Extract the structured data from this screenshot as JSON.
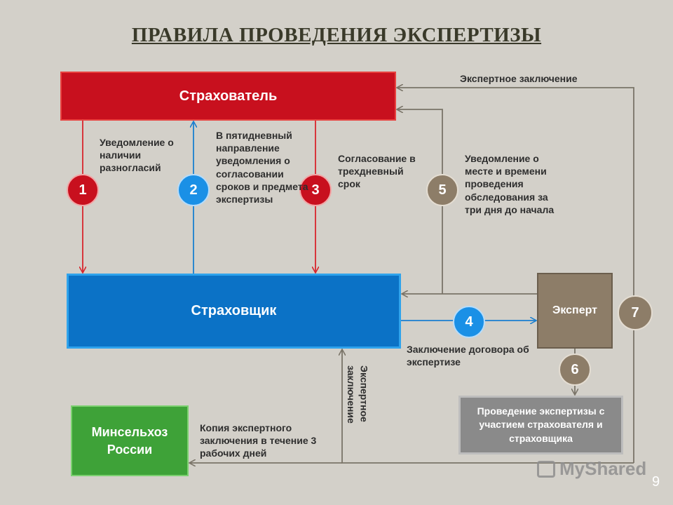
{
  "title": "ПРАВИЛА ПРОВЕДЕНИЯ ЭКСПЕРТИЗЫ",
  "boxes": {
    "insurer": "Страхователь",
    "insurance_company": "Страховщик",
    "expert": "Эксперт",
    "ministry": "Минсельхоз России",
    "conduct": "Проведение экспертизы с участием страхователя и страховщика"
  },
  "steps": [
    "1",
    "2",
    "3",
    "4",
    "5",
    "6",
    "7"
  ],
  "labels": {
    "step1": "Уведомление о наличии разногласий",
    "step2": "В пятидневный направление уведомления о согласовании сроков и предмета экспертизы",
    "step3": "Согласование в трехдневный срок",
    "step4": "Заключение договора об экспертизе",
    "step5": "Уведомление о месте и времени проведения обследования за три дня до начала",
    "top_expert_conclusion": "Экспертное заключение",
    "vertical_expert_conclusion": "Экспертное заключение",
    "copy": "Копия экспертного заключения в течение 3 рабочих дней"
  },
  "watermark": "MyShared",
  "page_number": "9",
  "colors": {
    "background": "#d3d0c9",
    "insurer": "#c8101e",
    "insurance_company": "#0b72c6",
    "expert": "#8d7d68",
    "ministry": "#3ea238",
    "conduct": "#8a8a8a"
  }
}
